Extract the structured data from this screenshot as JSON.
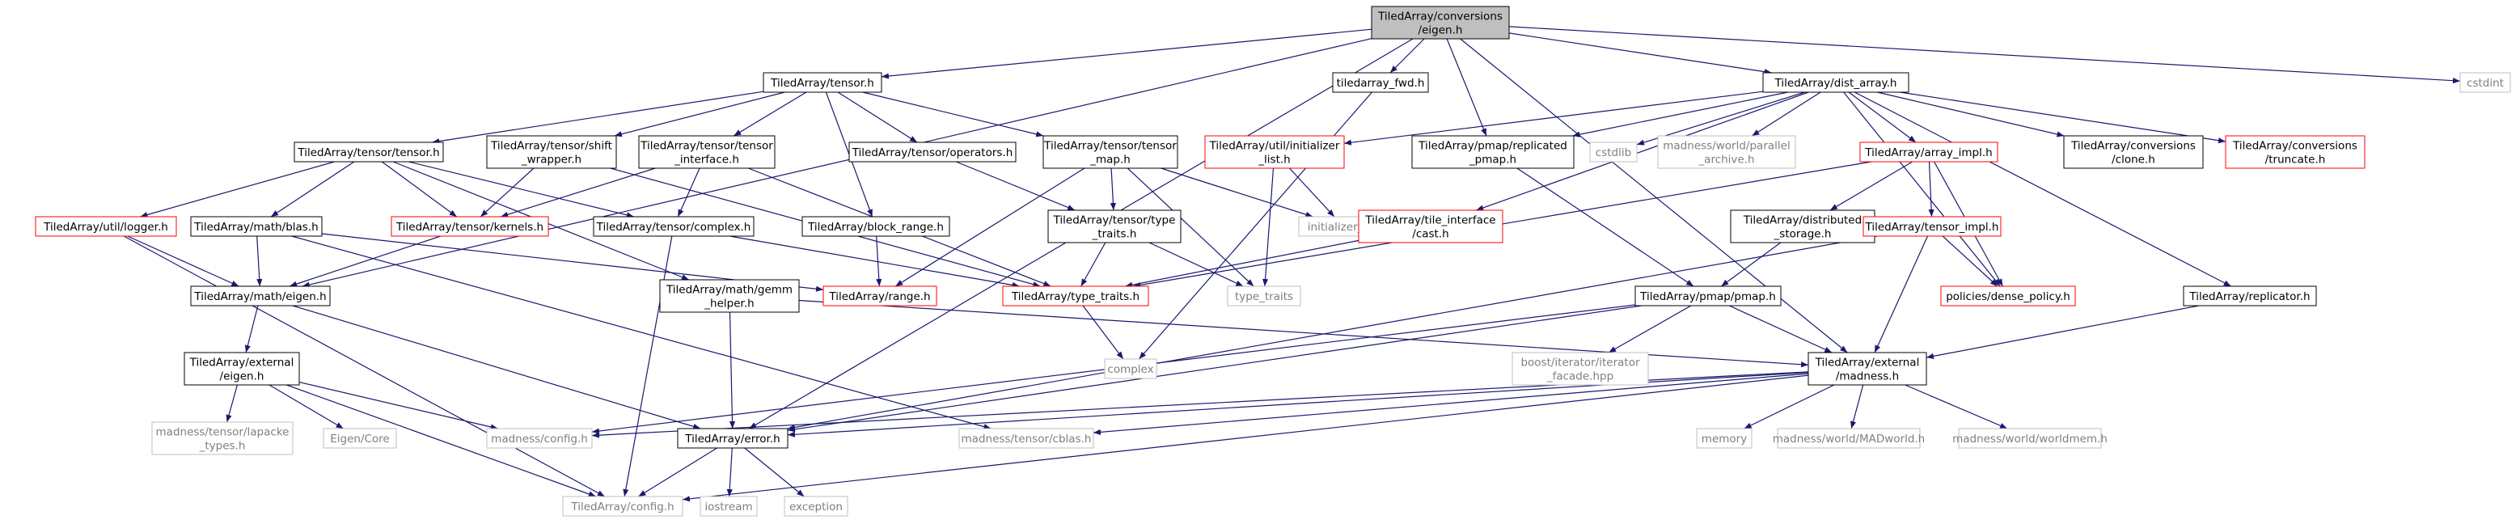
{
  "colors": {
    "edge": "#191970",
    "root_fill": "#bfbfbf",
    "border_default": "#000000",
    "border_red": "#ff0000",
    "border_grey": "#bfbfbf",
    "text_grey": "#7f7f7f"
  },
  "nodes": [
    {
      "id": "root",
      "lines": [
        "TiledArray/conversions",
        "/eigen.h"
      ],
      "style": "root"
    },
    {
      "id": "tensor_h",
      "lines": [
        "TiledArray/tensor.h"
      ],
      "style": "default"
    },
    {
      "id": "tiledarray_fwd",
      "lines": [
        "tiledarray_fwd.h"
      ],
      "style": "default"
    },
    {
      "id": "dist_array",
      "lines": [
        "TiledArray/dist_array.h"
      ],
      "style": "default"
    },
    {
      "id": "cstdint",
      "lines": [
        "cstdint"
      ],
      "style": "grey"
    },
    {
      "id": "tensor_tensor",
      "lines": [
        "TiledArray/tensor/tensor.h"
      ],
      "style": "default"
    },
    {
      "id": "shift_wrapper",
      "lines": [
        "TiledArray/tensor/shift",
        "_wrapper.h"
      ],
      "style": "default"
    },
    {
      "id": "tensor_interface",
      "lines": [
        "TiledArray/tensor/tensor",
        "_interface.h"
      ],
      "style": "default"
    },
    {
      "id": "operators",
      "lines": [
        "TiledArray/tensor/operators.h"
      ],
      "style": "default"
    },
    {
      "id": "tensor_map",
      "lines": [
        "TiledArray/tensor/tensor",
        "_map.h"
      ],
      "style": "default"
    },
    {
      "id": "initializer_list_h",
      "lines": [
        "TiledArray/util/initializer",
        "_list.h"
      ],
      "style": "red"
    },
    {
      "id": "replicated_pmap",
      "lines": [
        "TiledArray/pmap/replicated",
        "_pmap.h"
      ],
      "style": "default"
    },
    {
      "id": "cstdlib",
      "lines": [
        "cstdlib"
      ],
      "style": "grey"
    },
    {
      "id": "parallel_archive",
      "lines": [
        "madness/world/parallel",
        "_archive.h"
      ],
      "style": "grey"
    },
    {
      "id": "array_impl",
      "lines": [
        "TiledArray/array_impl.h"
      ],
      "style": "red"
    },
    {
      "id": "conv_clone",
      "lines": [
        "TiledArray/conversions",
        "/clone.h"
      ],
      "style": "default"
    },
    {
      "id": "conv_truncate",
      "lines": [
        "TiledArray/conversions",
        "/truncate.h"
      ],
      "style": "red"
    },
    {
      "id": "logger",
      "lines": [
        "TiledArray/util/logger.h"
      ],
      "style": "red"
    },
    {
      "id": "math_blas",
      "lines": [
        "TiledArray/math/blas.h"
      ],
      "style": "default"
    },
    {
      "id": "kernels",
      "lines": [
        "TiledArray/tensor/kernels.h"
      ],
      "style": "red"
    },
    {
      "id": "complex_h",
      "lines": [
        "TiledArray/tensor/complex.h"
      ],
      "style": "default"
    },
    {
      "id": "block_range",
      "lines": [
        "TiledArray/block_range.h"
      ],
      "style": "default"
    },
    {
      "id": "tensor_type_traits",
      "lines": [
        "TiledArray/tensor/type",
        "_traits.h"
      ],
      "style": "default"
    },
    {
      "id": "initializer_list",
      "lines": [
        "initializer_list"
      ],
      "style": "grey"
    },
    {
      "id": "tile_interface_cast",
      "lines": [
        "TiledArray/tile_interface",
        "/cast.h"
      ],
      "style": "red"
    },
    {
      "id": "distributed_storage",
      "lines": [
        "TiledArray/distributed",
        "_storage.h"
      ],
      "style": "default"
    },
    {
      "id": "tensor_impl",
      "lines": [
        "TiledArray/tensor_impl.h"
      ],
      "style": "red"
    },
    {
      "id": "math_eigen",
      "lines": [
        "TiledArray/math/eigen.h"
      ],
      "style": "default"
    },
    {
      "id": "range_h",
      "lines": [
        "TiledArray/range.h"
      ],
      "style": "red"
    },
    {
      "id": "gemm_helper",
      "lines": [
        "TiledArray/math/gemm",
        "_helper.h"
      ],
      "style": "default"
    },
    {
      "id": "type_traits_h",
      "lines": [
        "TiledArray/type_traits.h"
      ],
      "style": "red"
    },
    {
      "id": "type_traits",
      "lines": [
        "type_traits"
      ],
      "style": "grey"
    },
    {
      "id": "pmap_h",
      "lines": [
        "TiledArray/pmap/pmap.h"
      ],
      "style": "default"
    },
    {
      "id": "dense_policy",
      "lines": [
        "policies/dense_policy.h"
      ],
      "style": "red"
    },
    {
      "id": "replicator",
      "lines": [
        "TiledArray/replicator.h"
      ],
      "style": "default"
    },
    {
      "id": "external_eigen",
      "lines": [
        "TiledArray/external",
        "/eigen.h"
      ],
      "style": "default"
    },
    {
      "id": "complex",
      "lines": [
        "complex"
      ],
      "style": "grey"
    },
    {
      "id": "iterator_facade",
      "lines": [
        "boost/iterator/iterator",
        "_facade.hpp"
      ],
      "style": "grey"
    },
    {
      "id": "external_madness",
      "lines": [
        "TiledArray/external",
        "/madness.h"
      ],
      "style": "default"
    },
    {
      "id": "lapacke_types",
      "lines": [
        "madness/tensor/lapacke",
        "_types.h"
      ],
      "style": "grey"
    },
    {
      "id": "eigen_core",
      "lines": [
        "Eigen/Core"
      ],
      "style": "grey"
    },
    {
      "id": "madness_config",
      "lines": [
        "madness/config.h"
      ],
      "style": "grey"
    },
    {
      "id": "error_h",
      "lines": [
        "TiledArray/error.h"
      ],
      "style": "default"
    },
    {
      "id": "cblas",
      "lines": [
        "madness/tensor/cblas.h"
      ],
      "style": "grey"
    },
    {
      "id": "memory",
      "lines": [
        "memory"
      ],
      "style": "grey"
    },
    {
      "id": "madworld",
      "lines": [
        "madness/world/MADworld.h"
      ],
      "style": "grey"
    },
    {
      "id": "worldmem",
      "lines": [
        "madness/world/worldmem.h"
      ],
      "style": "grey"
    },
    {
      "id": "config_h",
      "lines": [
        "TiledArray/config.h"
      ],
      "style": "grey"
    },
    {
      "id": "iostream",
      "lines": [
        "iostream"
      ],
      "style": "grey"
    },
    {
      "id": "exception",
      "lines": [
        "exception"
      ],
      "style": "grey"
    }
  ],
  "edges": [
    [
      "root",
      "tensor_h"
    ],
    [
      "root",
      "tiledarray_fwd"
    ],
    [
      "root",
      "dist_array"
    ],
    [
      "root",
      "cstdint"
    ],
    [
      "root",
      "math_eigen"
    ],
    [
      "root",
      "error_h"
    ],
    [
      "root",
      "replicated_pmap"
    ],
    [
      "root",
      "external_madness"
    ],
    [
      "tensor_h",
      "tensor_tensor"
    ],
    [
      "tensor_h",
      "shift_wrapper"
    ],
    [
      "tensor_h",
      "tensor_interface"
    ],
    [
      "tensor_h",
      "operators"
    ],
    [
      "tensor_h",
      "tensor_map"
    ],
    [
      "tensor_h",
      "block_range"
    ],
    [
      "tiledarray_fwd",
      "complex"
    ],
    [
      "dist_array",
      "initializer_list_h"
    ],
    [
      "dist_array",
      "replicated_pmap"
    ],
    [
      "dist_array",
      "cstdlib"
    ],
    [
      "dist_array",
      "parallel_archive"
    ],
    [
      "dist_array",
      "array_impl"
    ],
    [
      "dist_array",
      "conv_clone"
    ],
    [
      "dist_array",
      "conv_truncate"
    ],
    [
      "dist_array",
      "replicator"
    ],
    [
      "dist_array",
      "tile_interface_cast"
    ],
    [
      "dist_array",
      "dense_policy"
    ],
    [
      "tensor_tensor",
      "logger"
    ],
    [
      "tensor_tensor",
      "math_blas"
    ],
    [
      "tensor_tensor",
      "kernels"
    ],
    [
      "tensor_tensor",
      "complex_h"
    ],
    [
      "tensor_tensor",
      "gemm_helper"
    ],
    [
      "shift_wrapper",
      "kernels"
    ],
    [
      "shift_wrapper",
      "type_traits_h"
    ],
    [
      "tensor_interface",
      "kernels"
    ],
    [
      "tensor_interface",
      "complex_h"
    ],
    [
      "tensor_interface",
      "type_traits_h"
    ],
    [
      "operators",
      "tensor_type_traits"
    ],
    [
      "tensor_map",
      "tensor_type_traits"
    ],
    [
      "tensor_map",
      "initializer_list"
    ],
    [
      "tensor_map",
      "range_h"
    ],
    [
      "tensor_map",
      "type_traits"
    ],
    [
      "initializer_list_h",
      "initializer_list"
    ],
    [
      "initializer_list_h",
      "type_traits"
    ],
    [
      "replicated_pmap",
      "pmap_h"
    ],
    [
      "array_impl",
      "type_traits_h"
    ],
    [
      "array_impl",
      "distributed_storage"
    ],
    [
      "array_impl",
      "tensor_impl"
    ],
    [
      "array_impl",
      "dense_policy"
    ],
    [
      "logger",
      "math_eigen"
    ],
    [
      "logger",
      "config_h"
    ],
    [
      "math_blas",
      "math_eigen"
    ],
    [
      "math_blas",
      "range_h"
    ],
    [
      "math_blas",
      "cblas"
    ],
    [
      "kernels",
      "math_eigen"
    ],
    [
      "complex_h",
      "type_traits_h"
    ],
    [
      "complex_h",
      "config_h"
    ],
    [
      "block_range",
      "range_h"
    ],
    [
      "tensor_type_traits",
      "type_traits_h"
    ],
    [
      "tensor_type_traits",
      "type_traits"
    ],
    [
      "tile_interface_cast",
      "type_traits_h"
    ],
    [
      "distributed_storage",
      "pmap_h"
    ],
    [
      "tensor_impl",
      "dense_policy"
    ],
    [
      "tensor_impl",
      "external_madness"
    ],
    [
      "tensor_impl",
      "error_h"
    ],
    [
      "math_eigen",
      "external_eigen"
    ],
    [
      "math_eigen",
      "error_h"
    ],
    [
      "gemm_helper",
      "error_h"
    ],
    [
      "gemm_helper",
      "external_madness"
    ],
    [
      "type_traits_h",
      "complex"
    ],
    [
      "pmap_h",
      "iterator_facade"
    ],
    [
      "pmap_h",
      "external_madness"
    ],
    [
      "pmap_h",
      "madness_config"
    ],
    [
      "pmap_h",
      "error_h"
    ],
    [
      "replicator",
      "external_madness"
    ],
    [
      "external_eigen",
      "lapacke_types"
    ],
    [
      "external_eigen",
      "eigen_core"
    ],
    [
      "external_eigen",
      "madness_config"
    ],
    [
      "external_eigen",
      "config_h"
    ],
    [
      "external_madness",
      "error_h"
    ],
    [
      "external_madness",
      "madness_config"
    ],
    [
      "external_madness",
      "cblas"
    ],
    [
      "external_madness",
      "memory"
    ],
    [
      "external_madness",
      "madworld"
    ],
    [
      "external_madness",
      "worldmem"
    ],
    [
      "external_madness",
      "config_h"
    ],
    [
      "error_h",
      "config_h"
    ],
    [
      "error_h",
      "iostream"
    ],
    [
      "error_h",
      "exception"
    ]
  ]
}
